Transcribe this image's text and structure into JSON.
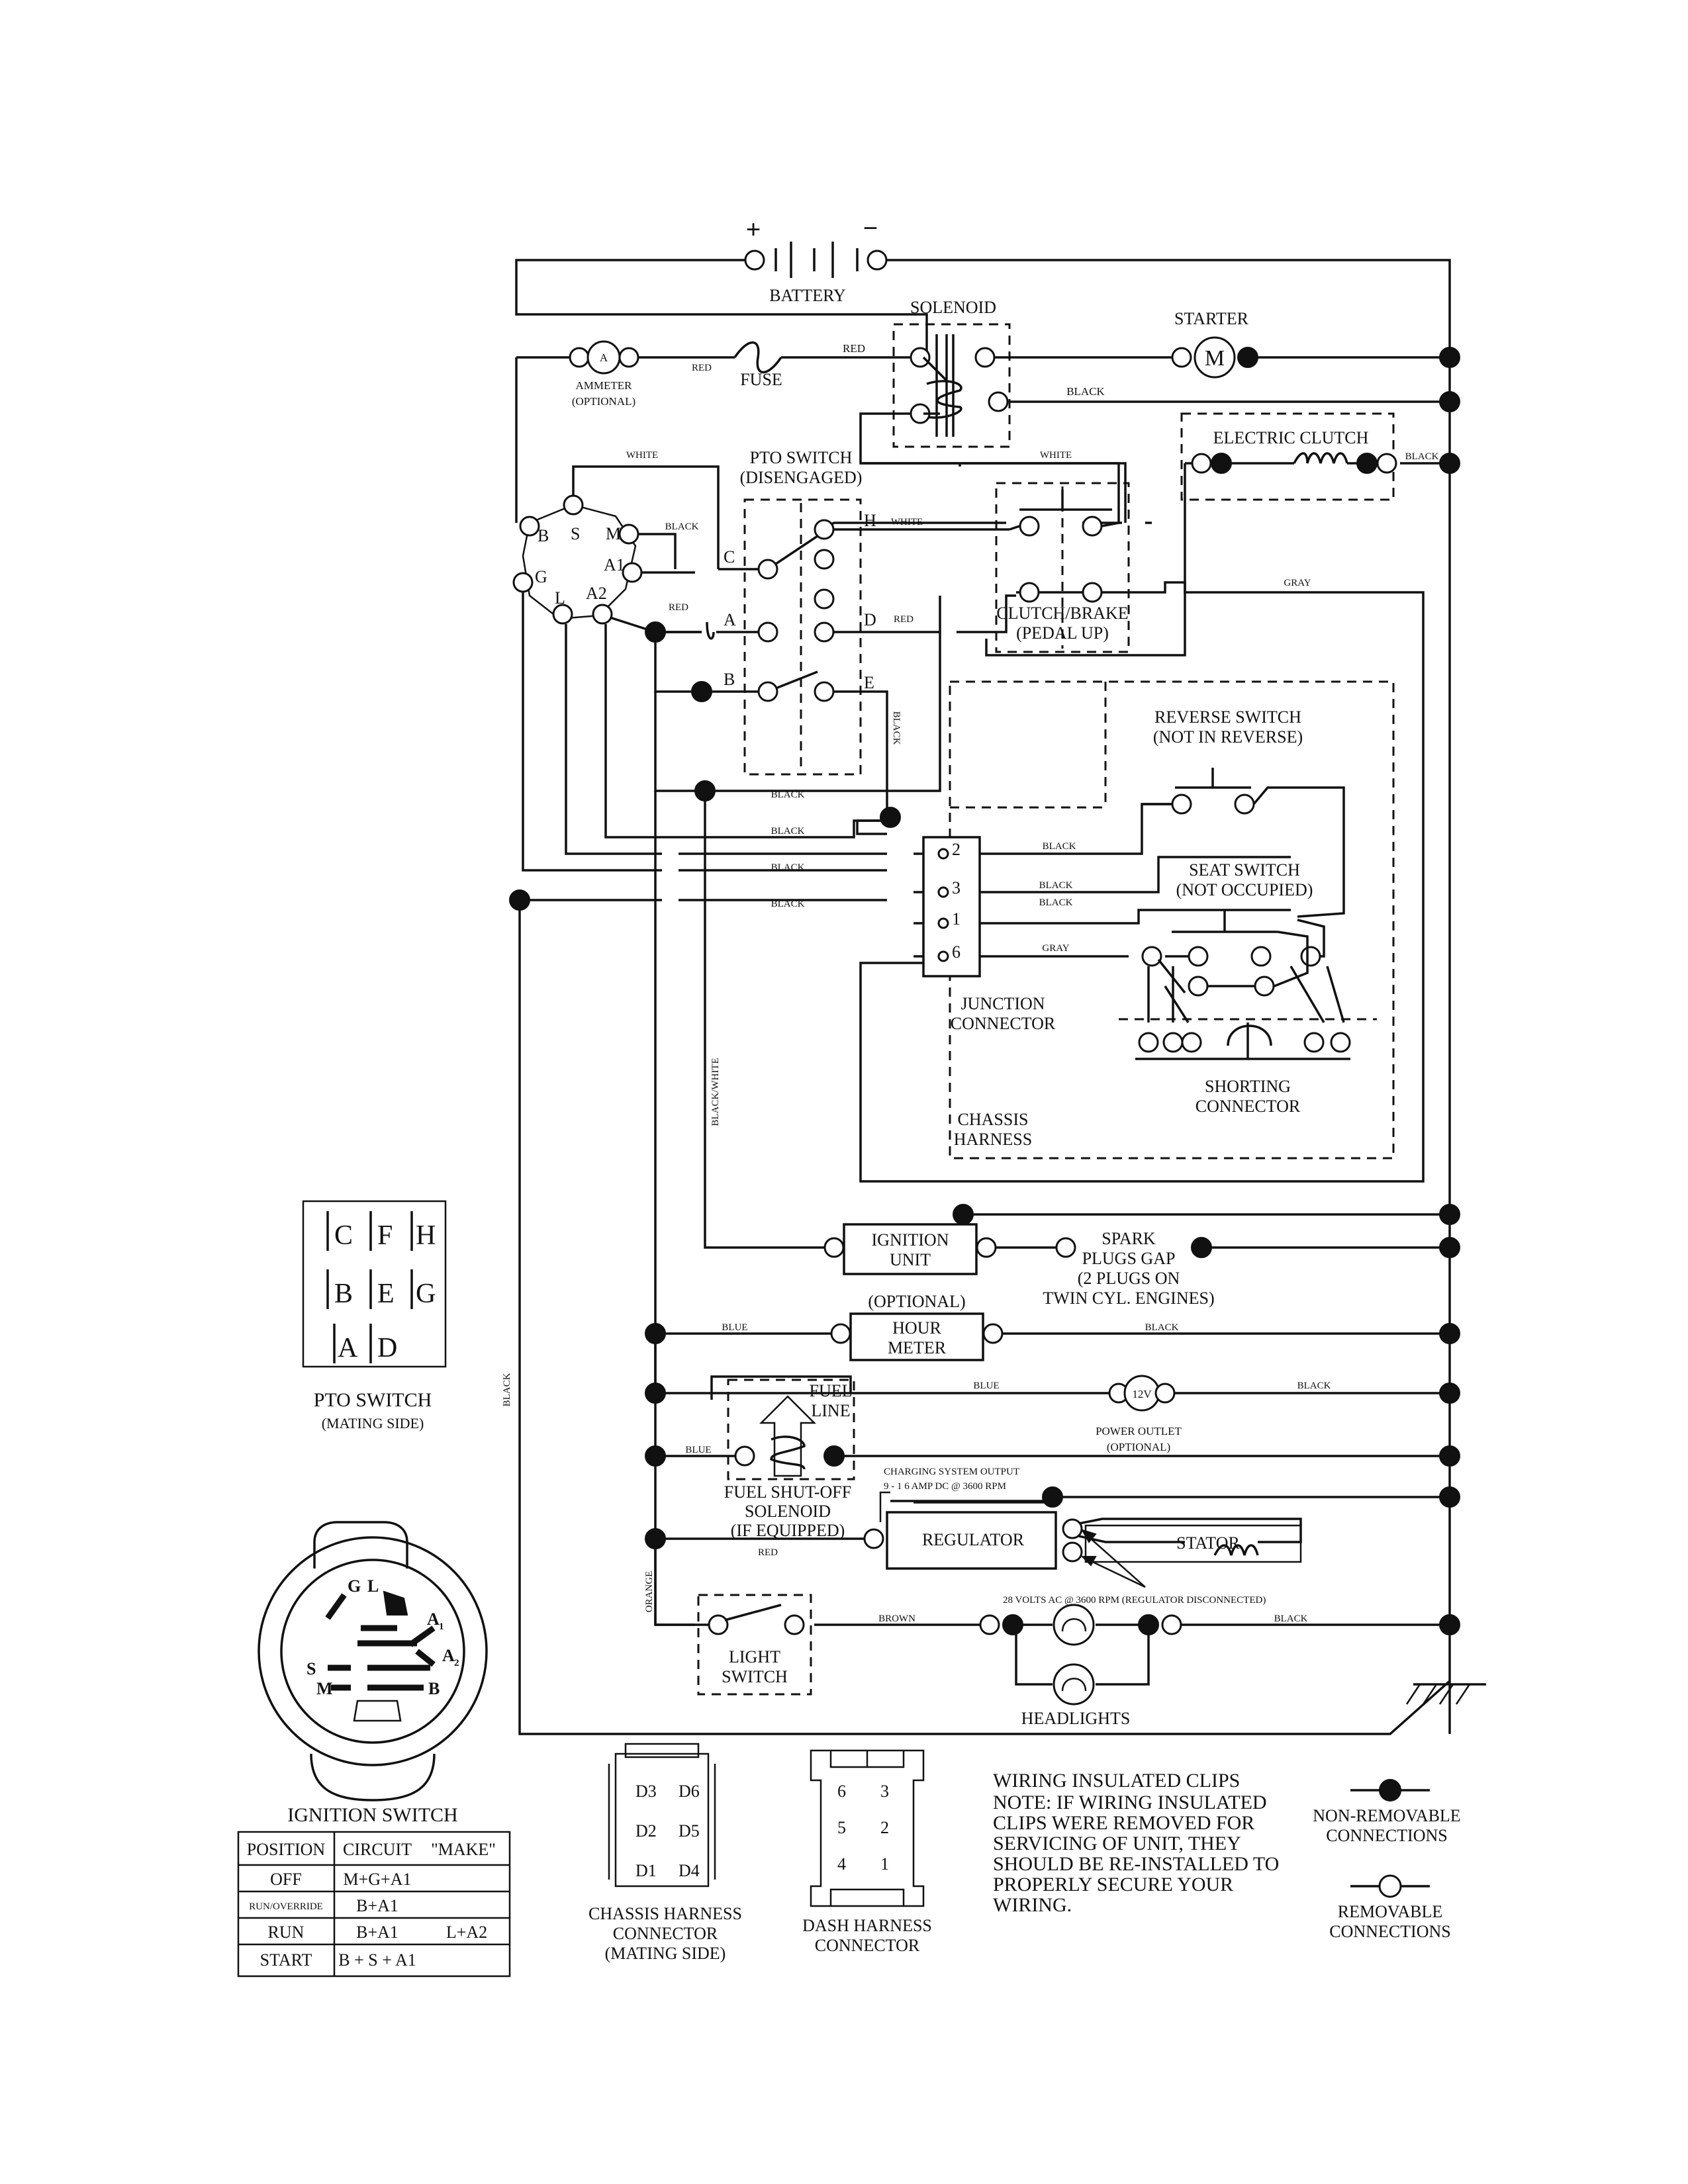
{
  "components": {
    "battery": "BATTERY",
    "battery_pos": "+",
    "battery_neg": "−",
    "solenoid": "SOLENOID",
    "starter": "STARTER",
    "starter_symbol": "M",
    "ammeter": "AMMETER",
    "ammeter_sub": "(OPTIONAL)",
    "ammeter_symbol": "A",
    "fuse": "FUSE",
    "pto_switch": "PTO SWITCH",
    "pto_switch_sub": "(DISENGAGED)",
    "electric_clutch": "ELECTRIC CLUTCH",
    "clutch_brake": "CLUTCH/BRAKE",
    "clutch_brake_sub": "(PEDAL UP)",
    "reverse_switch": "REVERSE SWITCH",
    "reverse_switch_sub": "(NOT IN REVERSE)",
    "seat_switch": "SEAT SWITCH",
    "seat_switch_sub": "(NOT OCCUPIED)",
    "junction_connector_1": "JUNCTION",
    "junction_connector_2": "CONNECTOR",
    "shorting_connector_1": "SHORTING",
    "shorting_connector_2": "CONNECTOR",
    "chassis_harness_1": "CHASSIS",
    "chassis_harness_2": "HARNESS",
    "ignition_unit_1": "IGNITION",
    "ignition_unit_2": "UNIT",
    "spark_plugs_1": "SPARK",
    "spark_plugs_2": "PLUGS GAP",
    "spark_plugs_3": "(2 PLUGS ON",
    "spark_plugs_4": "TWIN CYL. ENGINES)",
    "hour_meter_opt": "(OPTIONAL)",
    "hour_meter_1": "HOUR",
    "hour_meter_2": "METER",
    "fuel_line_1": "FUEL",
    "fuel_line_2": "LINE",
    "power_outlet_symbol": "12V",
    "power_outlet_1": "POWER OUTLET",
    "power_outlet_2": "(OPTIONAL)",
    "fuel_shutoff_1": "FUEL SHUT-OFF",
    "fuel_shutoff_2": "SOLENOID",
    "fuel_shutoff_3": "(IF EQUIPPED)",
    "charging_1": "CHARGING SYSTEM OUTPUT",
    "charging_2": "9 - 1 6 AMP DC @ 3600 RPM",
    "regulator": "REGULATOR",
    "stator": "STATOR",
    "stator_note": "28 VOLTS AC @ 3600 RPM (REGULATOR DISCONNECTED)",
    "light_switch_1": "LIGHT",
    "light_switch_2": "SWITCH",
    "headlights": "HEADLIGHTS"
  },
  "ignition_pins": {
    "S": "S",
    "M": "M",
    "B": "B",
    "A1": "A1",
    "G": "G",
    "L": "L",
    "A2": "A2"
  },
  "junction_pins": {
    "p2": "2",
    "p3": "3",
    "p1": "1",
    "p6": "6"
  },
  "pto_terminals": {
    "C": "C",
    "H": "H",
    "A": "A",
    "D": "D",
    "B": "B",
    "E": "E"
  },
  "wires": {
    "red_ammeter": "RED",
    "red_solenoid": "RED",
    "black_starter": "BLACK",
    "white_top": "WHITE",
    "white_clutch": "WHITE",
    "white_h": "WHITE",
    "black_clutch": "BLACK",
    "black_m": "BLACK",
    "red_a": "RED",
    "red_d": "RED",
    "gray_top": "GRAY",
    "black_vertical": "BLACK",
    "black_1": "BLACK",
    "black_2": "BLACK",
    "black_3": "BLACK",
    "black_4": "BLACK",
    "black_j2": "BLACK",
    "black_j3": "BLACK",
    "black_j1": "BLACK",
    "gray_j6": "GRAY",
    "black_white": "BLACK/WHITE",
    "black_left": "BLACK",
    "blue_hour": "BLUE",
    "black_hour": "BLACK",
    "blue_outlet": "BLUE",
    "black_outlet": "BLACK",
    "blue_fuel": "BLUE",
    "red_reg": "RED",
    "orange": "ORANGE",
    "brown": "BROWN",
    "black_head": "BLACK"
  },
  "pto_mating": {
    "title": "PTO SWITCH",
    "subtitle": "(MATING SIDE)",
    "grid": [
      [
        "C",
        "F",
        "H"
      ],
      [
        "B",
        "E",
        "G"
      ],
      [
        "A",
        "D",
        ""
      ]
    ]
  },
  "ignition_switch": {
    "title": "IGNITION SWITCH",
    "face": {
      "G": "G",
      "L": "L",
      "A1": "A",
      "A1sub": "1",
      "S": "S",
      "A2": "A",
      "A2sub": "2",
      "M": "M",
      "B": "B"
    },
    "headers": [
      "POSITION",
      "CIRCUIT",
      "\"MAKE\""
    ],
    "rows": [
      {
        "position": "OFF",
        "circuit": "M+G+A1",
        "extra": ""
      },
      {
        "position": "RUN/OVERRIDE",
        "circuit": "B+A1",
        "extra": ""
      },
      {
        "position": "RUN",
        "circuit": "B+A1",
        "extra": "L+A2"
      },
      {
        "position": "START",
        "circuit": "B + S + A1",
        "extra": ""
      }
    ]
  },
  "chassis_connector": {
    "pins": [
      "D3",
      "D6",
      "D2",
      "D5",
      "D1",
      "D4"
    ],
    "label_1": "CHASSIS HARNESS",
    "label_2": "CONNECTOR",
    "label_3": "(MATING SIDE)"
  },
  "dash_connector": {
    "pins": [
      "6",
      "3",
      "5",
      "2",
      "4",
      "1"
    ],
    "label_1": "DASH HARNESS",
    "label_2": "CONNECTOR"
  },
  "notes": {
    "clips_title": "WIRING INSULATED CLIPS",
    "note_1": "NOTE:  IF WIRING INSULATED",
    "note_2": "CLIPS WERE REMOVED FOR",
    "note_3": "SERVICING OF UNIT, THEY",
    "note_4": "SHOULD BE RE-INSTALLED TO",
    "note_5": "PROPERLY SECURE YOUR",
    "note_6": "WIRING."
  },
  "legend": {
    "non_removable_1": "NON-REMOVABLE",
    "non_removable_2": "CONNECTIONS",
    "removable_1": "REMOVABLE",
    "removable_2": "CONNECTIONS"
  }
}
